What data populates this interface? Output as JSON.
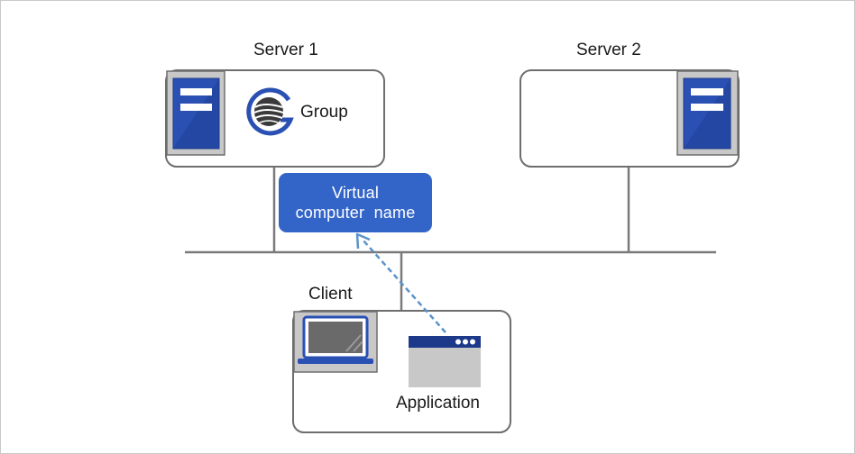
{
  "server1": {
    "label": "Server 1",
    "group_label": "Group"
  },
  "server2": {
    "label": "Server 2"
  },
  "virtual_computer_name": {
    "line1": "Virtual",
    "line2": "computer  name"
  },
  "client": {
    "label": "Client",
    "application_label": "Application"
  },
  "colors": {
    "server_blue": "#2b50b4",
    "server_dark": "#1d3a8a",
    "vcn_blue": "#3364c8",
    "line_gray": "#7a7a7a",
    "box_border": "#6e6e6e",
    "icon_bg": "#c8c8c8",
    "arrow": "#5a93c8"
  }
}
